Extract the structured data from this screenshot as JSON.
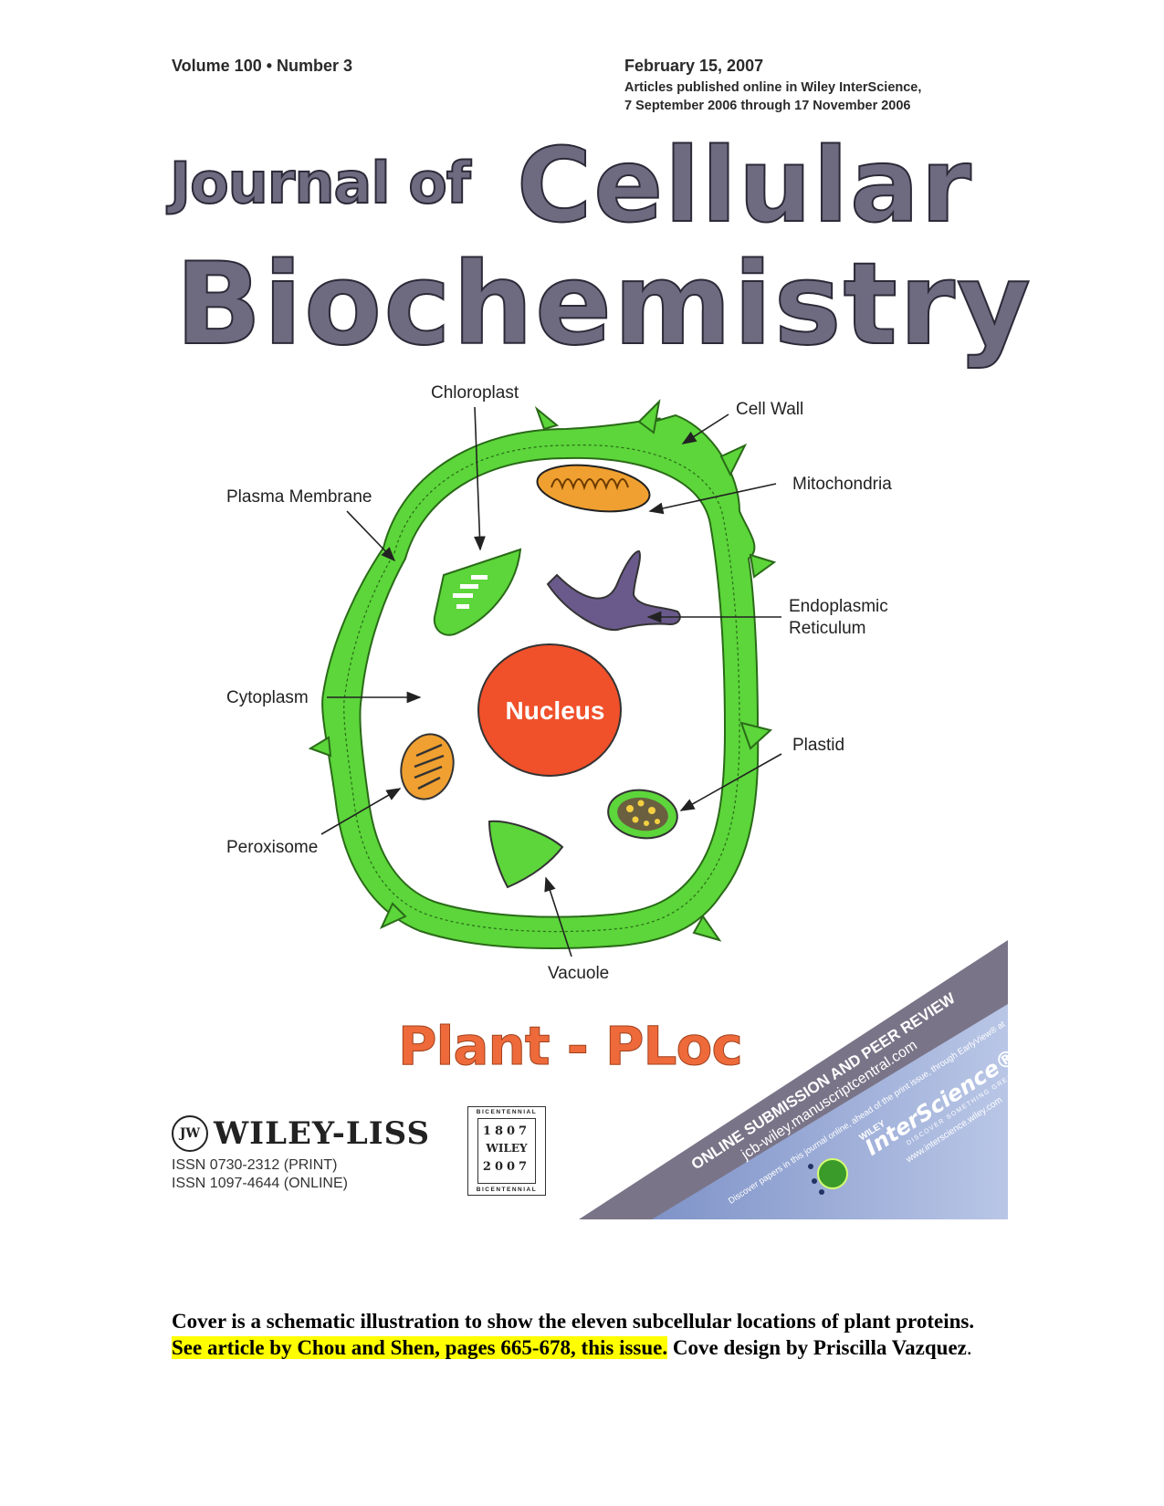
{
  "header": {
    "volume": "Volume 100 • Number 3",
    "date": "February 15, 2007",
    "online_line1": "Articles published online in Wiley InterScience,",
    "online_line2": "7 September 2006 through 17 November 2006"
  },
  "title": {
    "journal_of": "Journal of",
    "cellular": "Cellular",
    "biochemistry": "Biochemistry"
  },
  "diagram": {
    "labels": {
      "chloroplast": "Chloroplast",
      "cell_wall": "Cell Wall",
      "mitochondria": "Mitochondria",
      "plasma_membrane": "Plasma Membrane",
      "er_line1": "Endoplasmic",
      "er_line2": "Reticulum",
      "cytoplasm": "Cytoplasm",
      "nucleus": "Nucleus",
      "plastid": "Plastid",
      "peroxisome": "Peroxisome",
      "vacuole": "Vacuole"
    },
    "colors": {
      "cell_wall": "#5cd63a",
      "nucleus": "#f0502a",
      "mitochondria": "#f0a030",
      "er": "#6a5a8c",
      "vacuole": "#5cd63a"
    }
  },
  "feature": "Plant - PLoc",
  "publisher": {
    "logo_mark": "JW",
    "name": "WILEY-LISS",
    "issn_print": "ISSN 0730-2312 (PRINT)",
    "issn_online": "ISSN 1097-4644 (ONLINE)",
    "bicentennial_text": "BICENTENNIAL",
    "bicentennial_year_a": "1807",
    "bicentennial_wiley": "WILEY",
    "bicentennial_year_b": "2007"
  },
  "banner": {
    "headline": "ONLINE SUBMISSION AND PEER REVIEW",
    "url": "jcb-wiley.manuscriptcentral.com",
    "line1": "Discover papers in this journal online, ahead of the print issue, through EarlyView® at",
    "brand_wiley": "WILEY",
    "brand": "InterScience®",
    "tagline": "DISCOVER SOMETHING GREAT",
    "site": "www.interscience.wiley.com"
  },
  "caption": {
    "part1": "Cover is a schematic illustration to show the eleven subcellular locations of plant proteins.",
    "highlight": "See article by Chou and Shen, pages 665-678, this issue.",
    "part2": "Cove design by Priscilla Vazquez",
    "period": "."
  }
}
